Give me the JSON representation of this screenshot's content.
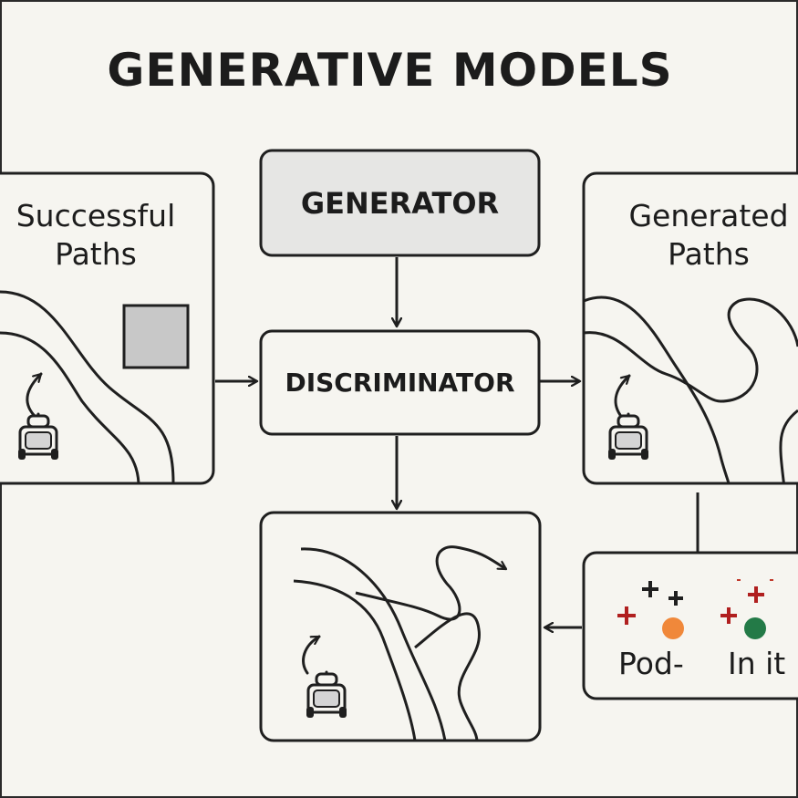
{
  "title": "GENERATIVE MODELS",
  "generator": {
    "label": "GENERATOR"
  },
  "discriminator": {
    "label": "DISCRIMINATOR"
  },
  "successful_paths": {
    "line1": "Successful",
    "line2": "Paths"
  },
  "generated_paths": {
    "line1": "Generated",
    "line2": "Paths"
  },
  "legend": {
    "pod_label": "Pod-",
    "init_label": "In it"
  },
  "colors": {
    "background": "#f6f5f0",
    "stroke": "#1f1f1f",
    "generator_fill": "#e6e6e4",
    "obstacle_fill": "#c8c8c8",
    "plus_red": "#b01f1f",
    "orange_dot": "#f0883a",
    "green_dot": "#237a47"
  },
  "icons": [
    "robot-icon",
    "up-arrow-icon",
    "plus-icon",
    "orange-dot-icon",
    "green-dot-icon"
  ]
}
